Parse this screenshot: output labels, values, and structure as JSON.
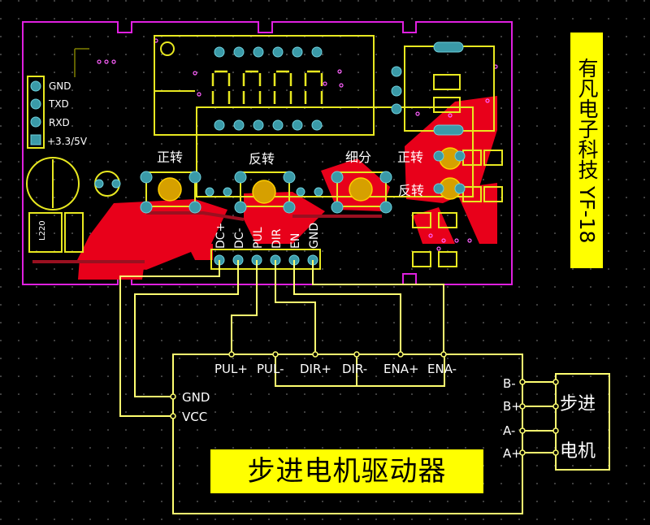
{
  "title": "步进电机驱动器",
  "brand": "有凡电子科技 YF-18",
  "header": {
    "pins": [
      "GND",
      "TXD",
      "RXD",
      "+3.3/5V"
    ]
  },
  "buttons": [
    "正转",
    "反转",
    "细分",
    "正转",
    "反转"
  ],
  "board_connector": [
    "DC+",
    "DC-",
    "PUL",
    "DIR",
    "EN",
    "GND"
  ],
  "driver": {
    "signal_inputs": [
      "PUL+",
      "PUL-",
      "DIR+",
      "DIR-",
      "ENA+",
      "ENA-"
    ],
    "power_inputs": [
      "GND",
      "VCC"
    ],
    "motor_outputs": [
      "B-",
      "B+",
      "A-",
      "A+"
    ]
  },
  "motor": {
    "line1": "步进",
    "line2": "电机"
  },
  "regulator": "L220"
}
